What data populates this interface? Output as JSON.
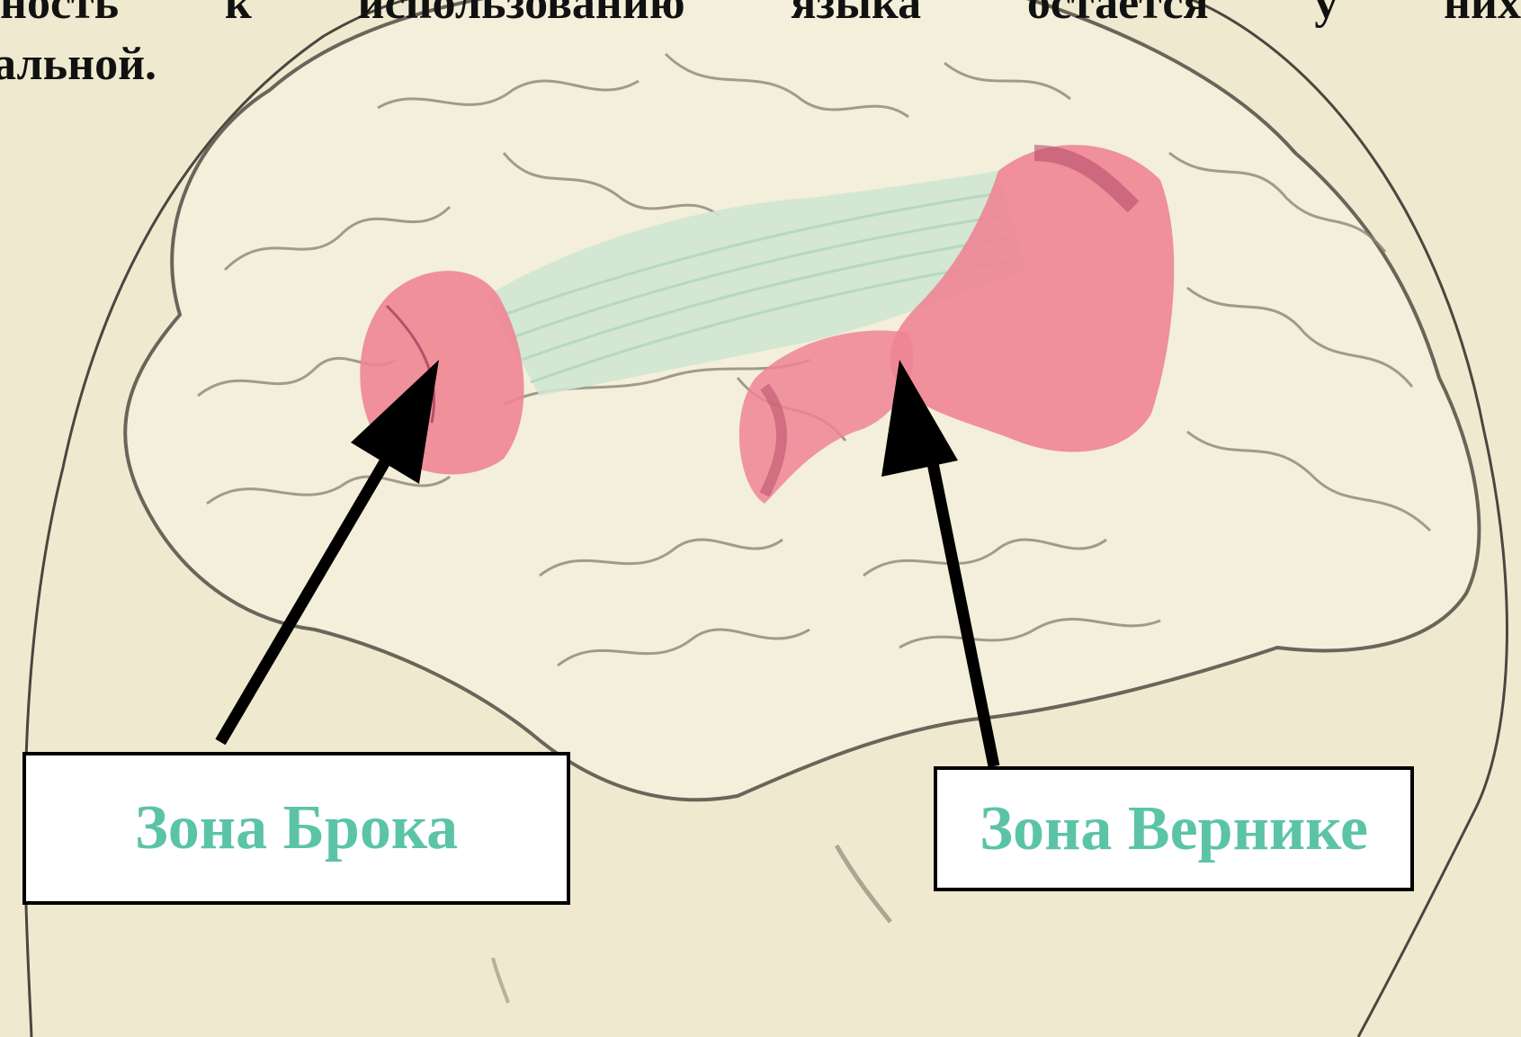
{
  "header_text": {
    "line1_words": [
      "ность",
      "к",
      "использованию",
      "языка",
      "остается",
      "у",
      "них"
    ],
    "line2": "альной."
  },
  "labels": {
    "broca": "Зона Брока",
    "wernicke": "Зона Вернике"
  },
  "colors": {
    "background": "#efeacf",
    "brain_fill": "#f3efda",
    "brain_outline": "#6a655a",
    "speech_zone": "#ee8594",
    "speech_zone_dark": "#b84f6a",
    "arcuate_fasciculus": "#cfe6d2",
    "label_text": "#5cc4a6",
    "arrow": "#000000"
  }
}
